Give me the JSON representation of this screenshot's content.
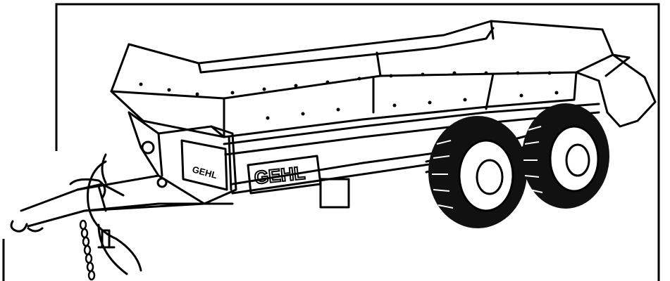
{
  "image": {
    "subject": "manure-spreader-line-drawing",
    "brand_main": "GEHL",
    "brand_side": "GEHL",
    "colors": {
      "ink": "#000000",
      "paper": "#ffffff",
      "tire": "#111111",
      "hub": "#ffffff"
    }
  }
}
